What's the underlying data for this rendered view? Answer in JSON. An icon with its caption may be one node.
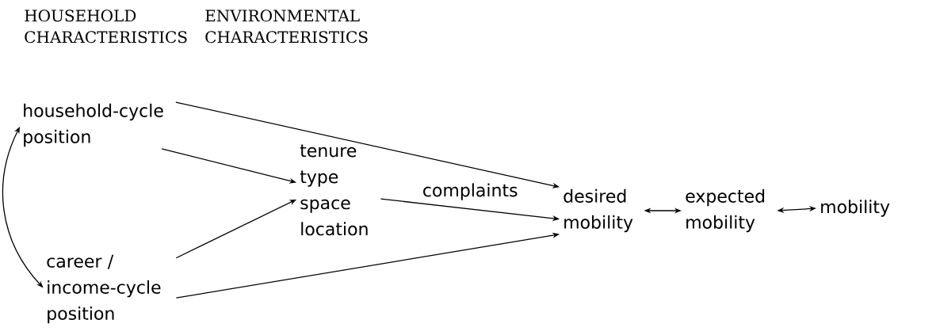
{
  "diagram": {
    "nodes": [
      {
        "text": [
          "household-cycle position"
        ]
      },
      {
        "text": [
          "career / income-cycle position"
        ]
      },
      {
        "text": [
          "tenure type space location"
        ]
      },
      {
        "text": [
          "desired mobility"
        ]
      },
      {
        "text": [
          "expected mobility"
        ]
      },
      {
        "text": [
          "mobility"
        ]
      }
    ],
    "edges": [
      {
        "from": 0,
        "to": 3,
        "arrow": "to"
      },
      {
        "from": 0,
        "to": 2,
        "arrow": "to"
      },
      {
        "from": 1,
        "to": 2,
        "arrow": "to"
      },
      {
        "from": 1,
        "to": 3,
        "arrow": "to"
      },
      {
        "from": 2,
        "to": 3,
        "arrow": "to",
        "label": "complaints"
      },
      {
        "from": 3,
        "to": 4,
        "arrow": "both"
      },
      {
        "from": 4,
        "to": 5,
        "arrow": "both"
      },
      {
        "from": 0,
        "to": 1,
        "arrow": "both"
      }
    ],
    "labels": [
      "HOUSEHOLD CHARACTERISTICS",
      "ENVIRONMENTAL CHARACTERISTICS"
    ]
  }
}
